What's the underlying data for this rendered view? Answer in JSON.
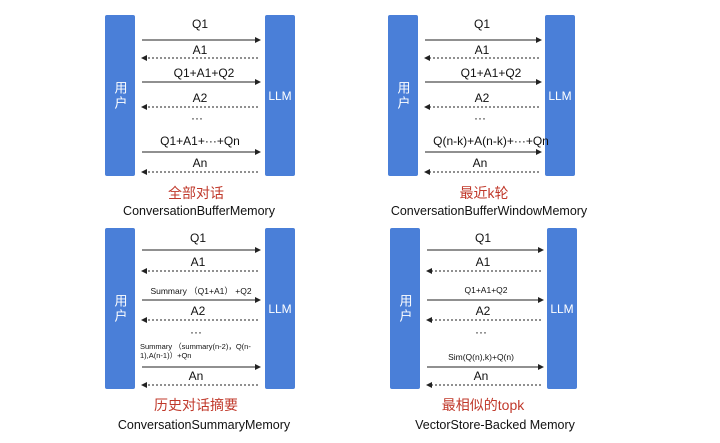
{
  "panels": [
    {
      "user_label": "用户",
      "llm_label": "LLM",
      "messages": [
        "Q1",
        "A1",
        "Q1+A1+Q2",
        "A2",
        "···",
        "Q1+A1+···+Qn",
        "An"
      ],
      "caption_cn": "全部对话",
      "caption_en": "ConversationBufferMemory"
    },
    {
      "user_label": "用户",
      "llm_label": "LLM",
      "messages": [
        "Q1",
        "A1",
        "Q1+A1+Q2",
        "A2",
        "···",
        "Q(n-k)+A(n-k)+···+Qn",
        "An"
      ],
      "caption_cn": "最近k轮",
      "caption_en": "ConversationBufferWindowMemory"
    },
    {
      "user_label": "用户",
      "llm_label": "LLM",
      "messages": [
        "Q1",
        "A1",
        "Summary （Q1+A1） +Q2",
        "A2",
        "···",
        "Summary （summary(n-2)，Q(n-1),A(n-1)）+Qn",
        "An"
      ],
      "caption_cn": "历史对话摘要",
      "caption_en": "ConversationSummaryMemory"
    },
    {
      "user_label": "用户",
      "llm_label": "LLM",
      "messages": [
        "Q1",
        "A1",
        "Q1+A1+Q2",
        "A2",
        "···",
        "Sim(Q(n),k)+Q(n)",
        "An"
      ],
      "caption_cn": "最相似的topk",
      "caption_en": "VectorStore-Backed Memory"
    }
  ],
  "colors": {
    "bar": "#4a7fd8",
    "caption_cn": "#c0392b",
    "arrow": "#222222"
  }
}
